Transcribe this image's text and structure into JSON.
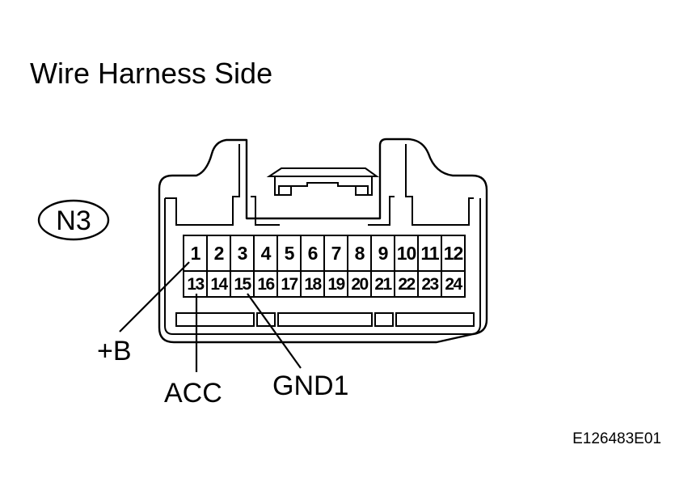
{
  "title": "Wire Harness Side",
  "connector_id": "N3",
  "pins_top": [
    "1",
    "2",
    "3",
    "4",
    "5",
    "6",
    "7",
    "8",
    "9",
    "10",
    "11",
    "12"
  ],
  "pins_bottom": [
    "13",
    "14",
    "15",
    "16",
    "17",
    "18",
    "19",
    "20",
    "21",
    "22",
    "23",
    "24"
  ],
  "labels": {
    "plus_b": "+B",
    "acc": "ACC",
    "gnd1": "GND1"
  },
  "reference": "E126483E01"
}
